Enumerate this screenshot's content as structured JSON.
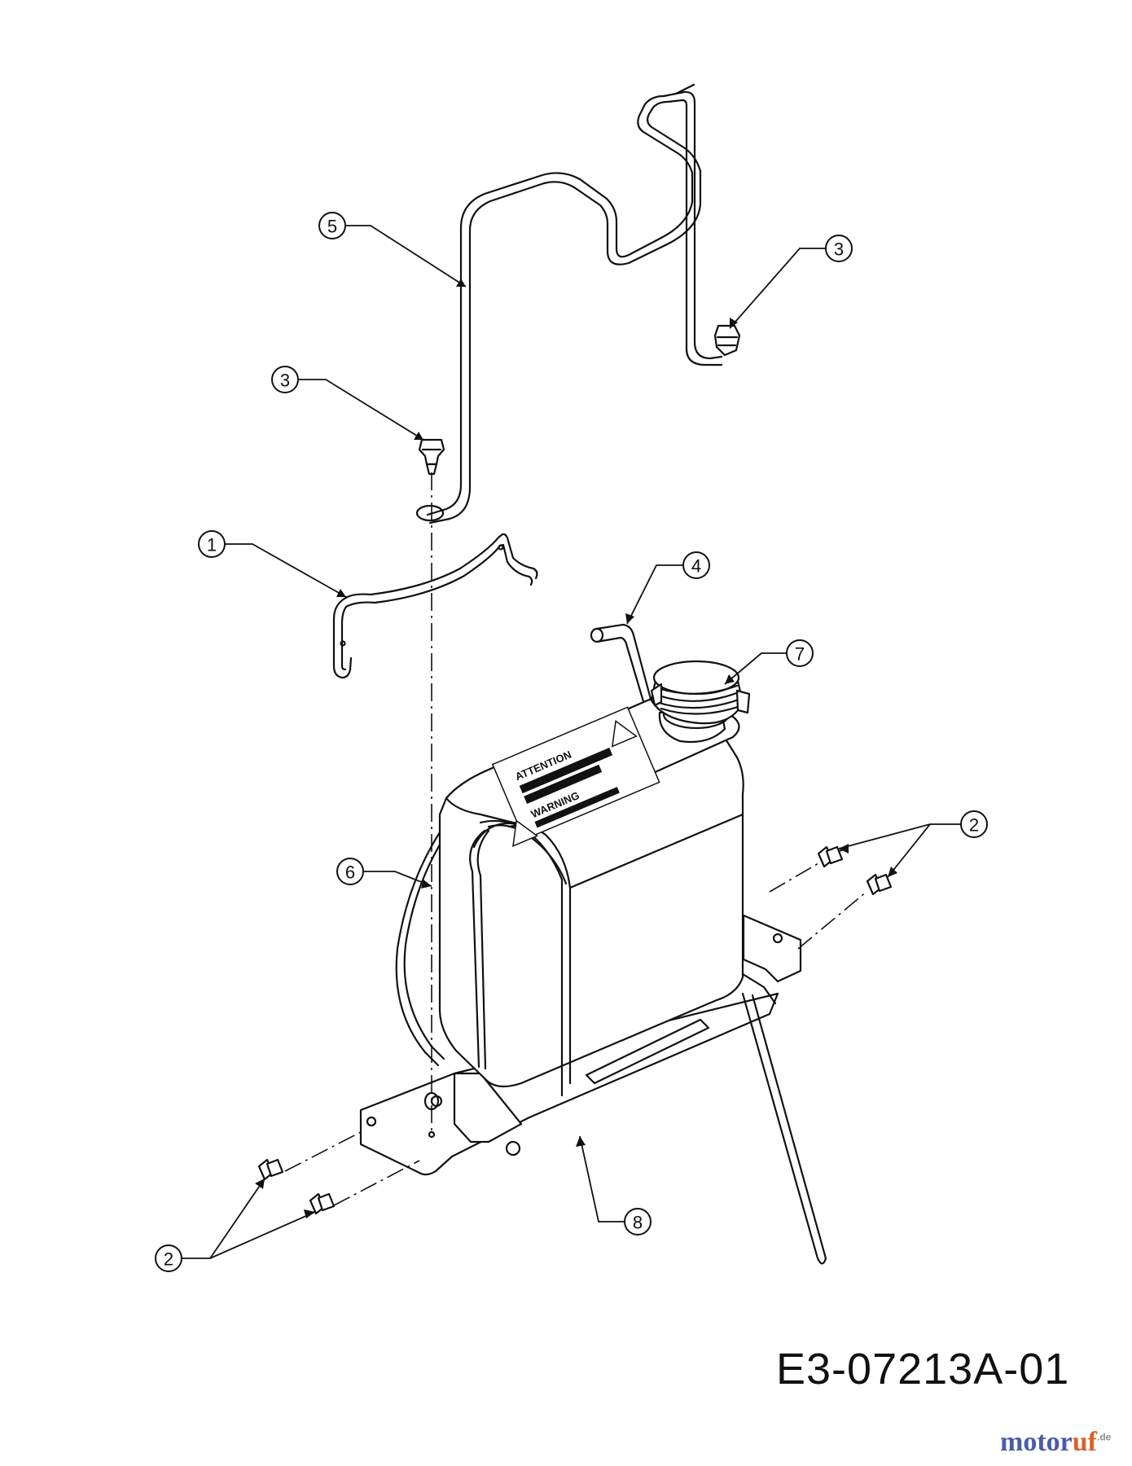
{
  "diagram": {
    "drawing_number": "E3-07213A-01",
    "callouts": [
      "1",
      "2",
      "3",
      "4",
      "5",
      "6",
      "7",
      "8"
    ],
    "decal_text": {
      "attention": "ATTENTION",
      "warning": "WARNING"
    }
  },
  "watermark": {
    "main": "motor",
    "accent": "uf",
    "suffix": ".de"
  }
}
